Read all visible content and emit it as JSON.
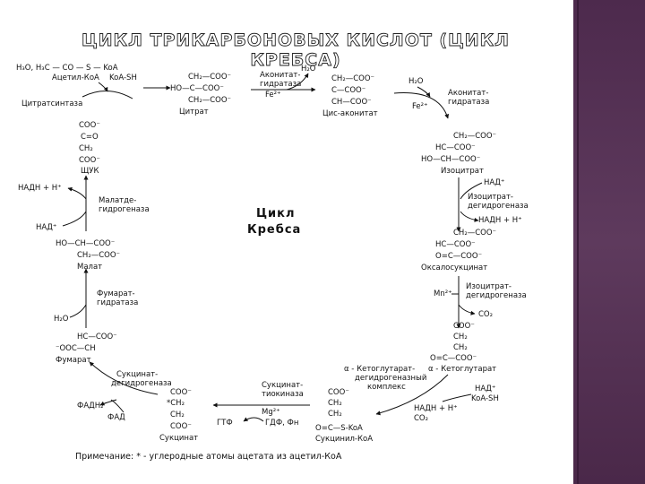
{
  "title": "ЦИКЛ ТРИКАРБОНОВЫХ КИСЛОТ (ЦИКЛ КРЕБСА)",
  "center_label": [
    "Цикл",
    "Кребса"
  ],
  "note": "Примечание: * - углеродные атомы ацетата из ацетил-КоА",
  "colors": {
    "side_band": "#4d2a4d",
    "text": "#111111",
    "background": "#ffffff"
  },
  "nodes": {
    "citrate": {
      "name": "Цитрат",
      "lines": [
        "CH₂—COO⁻",
        "HO—C—COO⁻",
        "CH₂—COO⁻"
      ]
    },
    "cis_aconitate": {
      "name": "Цис-аконитат",
      "lines": [
        "CH₂—COO⁻",
        "C—COO⁻",
        "CH—COO⁻"
      ]
    },
    "isocitrate": {
      "name": "Изоцитрат",
      "lines": [
        "CH₂—COO⁻",
        "HC—COO⁻",
        "HO—CH—COO⁻"
      ]
    },
    "oxalosuccinate": {
      "name": "Оксалосукцинат",
      "lines": [
        "CH₂—COO⁻",
        "HC—COO⁻",
        "O=C—COO⁻"
      ]
    },
    "alpha_kg": {
      "name": "α - Кетоглутарат",
      "lines": [
        "COO⁻",
        "CH₂",
        "CH₂",
        "O=C—COO⁻"
      ]
    },
    "succinyl_coa": {
      "name": "Сукцинил-КоА",
      "lines": [
        "COO⁻",
        "CH₂",
        "CH₂",
        "O=C—S-KoA"
      ]
    },
    "succinate": {
      "name": "Сукцинат",
      "lines": [
        "COO⁻",
        "*CH₂",
        "CH₂",
        "COO⁻"
      ]
    },
    "fumarate": {
      "name": "Фумарат",
      "lines": [
        "HC—COO⁻",
        "⁻OOC—CH"
      ]
    },
    "malate": {
      "name": "Малат",
      "lines": [
        "HO—CH—COO⁻",
        "CH₂—COO⁻"
      ]
    },
    "oxaloacetate": {
      "name": "ЩУК",
      "lines": [
        "COO⁻",
        "C=O",
        "CH₂",
        "COO⁻"
      ]
    },
    "acetyl_coa": {
      "name": "Ацетил-КоА",
      "line": "H₃O, H₃C — CO — S — KoA"
    },
    "koa_sh": {
      "name": "KoA-SH"
    }
  },
  "enzymes": {
    "citrate_synthase": "Цитратсинтаза",
    "aconitate_hydratase_1": [
      "Аконитат-",
      "гидратаза"
    ],
    "aconitate_hydratase_2": [
      "Аконитат-",
      "гидратаза"
    ],
    "isocitrate_dh": [
      "Изоцитрат-",
      "дегидрогеназа"
    ],
    "isocitrate_dh_2": [
      "Изоцитрат-",
      "дегидрогеназа"
    ],
    "akg_dh": [
      "α - Кетоглутарат-",
      "дегидрогеназный",
      "комплекс"
    ],
    "succinate_thiokinase": [
      "Сукцинат-",
      "тиокиназа"
    ],
    "succinate_dh": [
      "Сукцинат-",
      "дегидрогеназа"
    ],
    "fumarate_hydratase": [
      "Фумарат-",
      "гидратаза"
    ],
    "malate_dh": [
      "Малатде-",
      "гидрогеназа"
    ]
  },
  "cofactors": {
    "h2o_1": "H₂O",
    "fe_1": "Fe²⁺",
    "h2o_2": "H₂O",
    "fe_2": "Fe²⁺",
    "nad_1": "НАД⁺",
    "nadh_1": "НАДН + H⁺",
    "mn": "Mn²⁺",
    "co2_1": "CO₂",
    "nad_2": "НАД⁺",
    "koa_2": "KoA-SH",
    "nadh_2": "НАДН + H⁺",
    "co2_2": "CO₂",
    "mg": "Mg²⁺",
    "gdp": "ГДФ, Фн",
    "gtp": "ГТФ",
    "fad": "ФАД",
    "fadh": "ФАДН₂",
    "h2o_3": "H₂O",
    "nadh_3": "НАДН + H⁺",
    "nad_3": "НАД⁺"
  }
}
